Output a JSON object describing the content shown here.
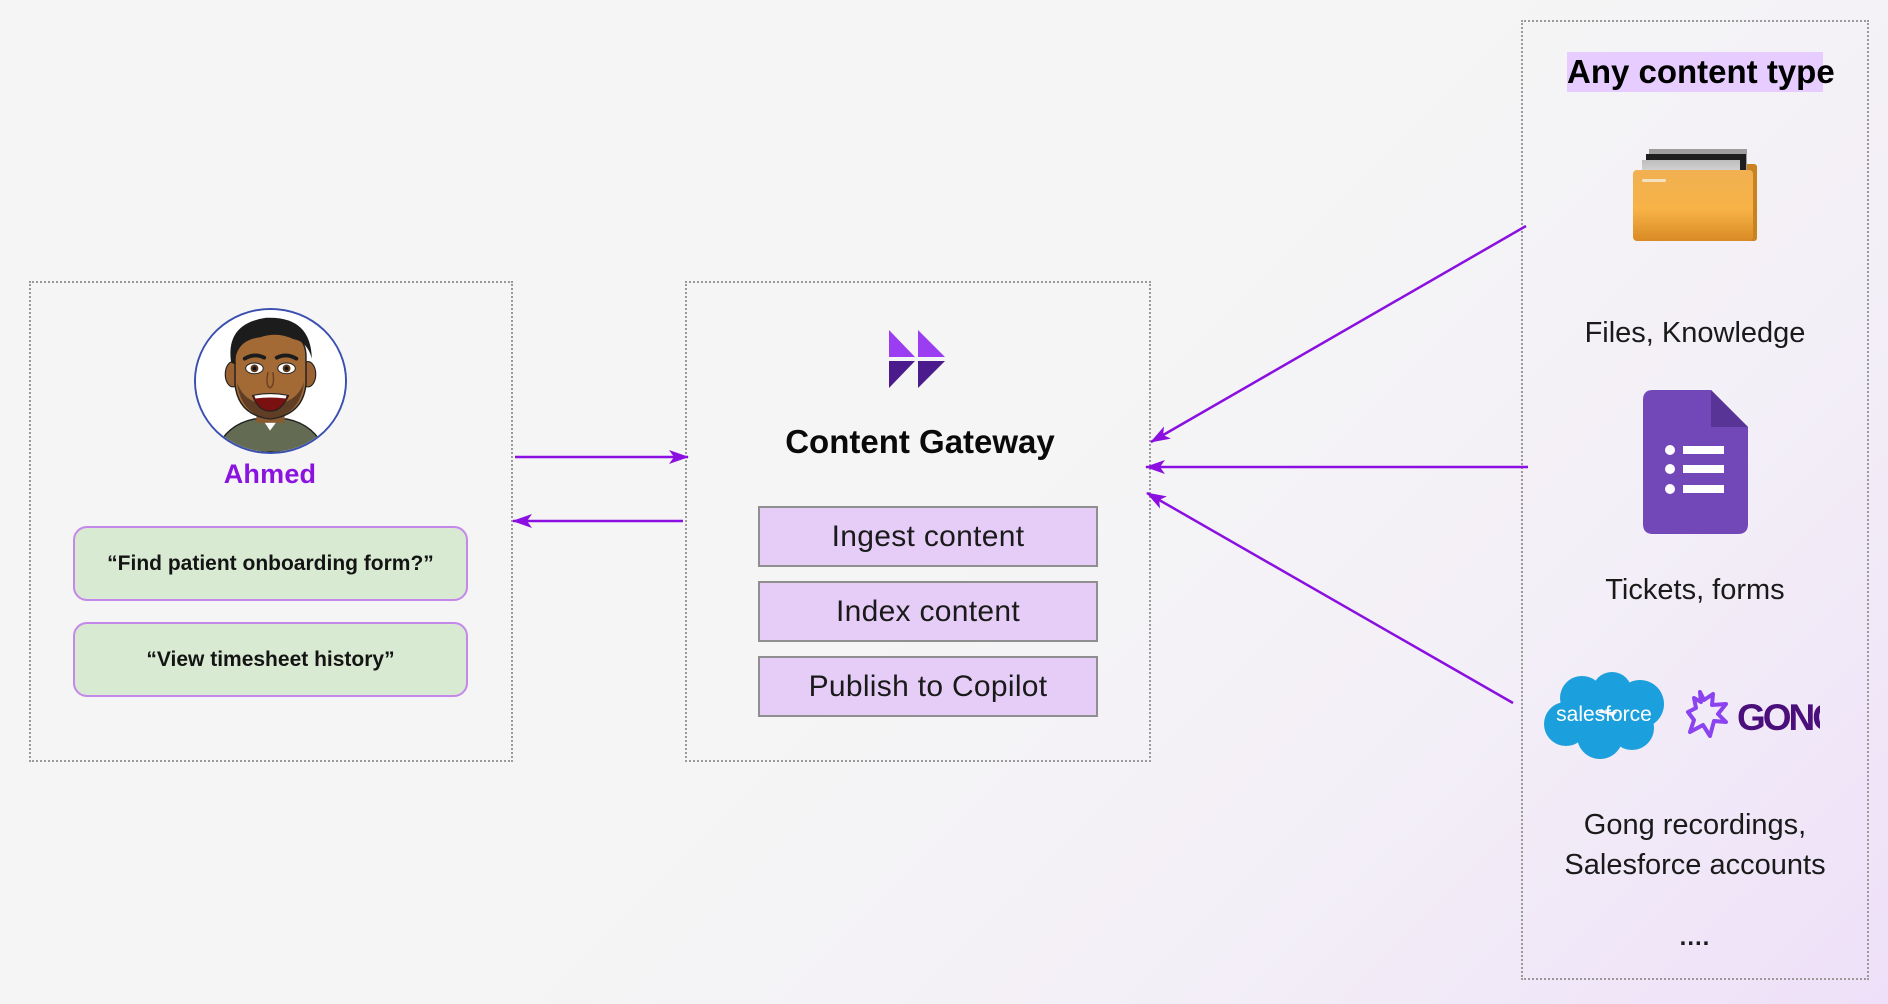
{
  "user_panel": {
    "avatar": "memoji-avatar",
    "name": "Ahmed",
    "queries": [
      "“Find patient onboarding form?”",
      "“View timesheet history”"
    ]
  },
  "gateway_panel": {
    "logo": "double-chevron-logo",
    "title": "Content Gateway",
    "steps": [
      "Ingest content",
      "Index content",
      "Publish to Copilot"
    ]
  },
  "sources_panel": {
    "title": "Any content type",
    "sources": [
      {
        "icon": "folder-icon",
        "label": "Files, Knowledge"
      },
      {
        "icon": "google-forms-icon",
        "label": "Tickets, forms"
      },
      {
        "icon": "salesforce-gong-logos",
        "label_lines": [
          "Gong recordings,",
          "Salesforce accounts"
        ],
        "logo_texts": [
          "salesforce",
          "GONG"
        ]
      }
    ],
    "more": "...."
  },
  "colors": {
    "accent_purple": "#8a13e0",
    "step_fill": "#e5cdf7",
    "query_fill": "#d9ead3",
    "query_border": "#c488ea",
    "title_highlight": "#e6ccff",
    "salesforce_blue": "#1ba0dd",
    "gong_purple": "#4a0f7b"
  }
}
